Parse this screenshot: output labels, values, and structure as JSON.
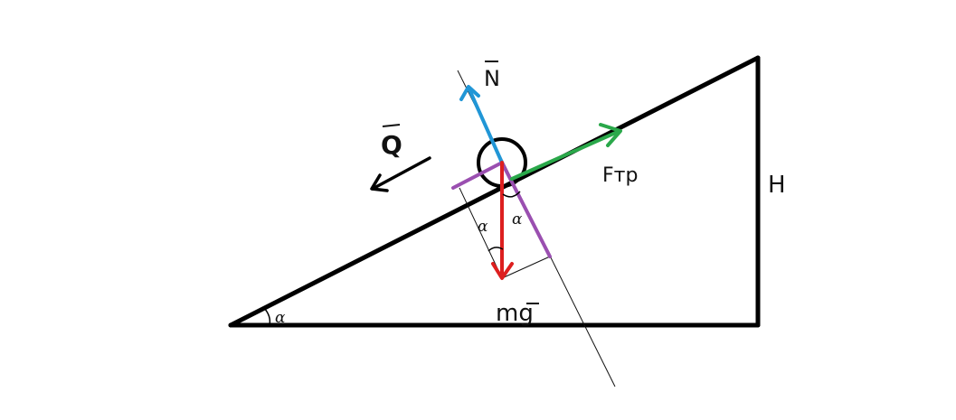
{
  "diagram": {
    "labels": {
      "normal_force": "N",
      "friction_force": "Fтр",
      "gravity_force": "mg",
      "motion_direction": "Q",
      "height": "H",
      "angle_base": "α",
      "angle_left": "α",
      "angle_right": "α"
    },
    "colors": {
      "incline": "#000000",
      "normal": "#2196d6",
      "friction": "#2aa84a",
      "gravity": "#dd1f1f",
      "components": "#9a4fb0",
      "guide": "#111111"
    }
  }
}
